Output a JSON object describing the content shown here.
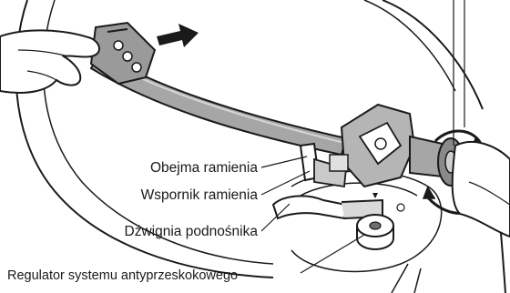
{
  "labels": {
    "arm_clamp": "Obejma ramienia",
    "arm_rest": "Wspornik ramienia",
    "lift_lever": "Dźwignia podnośnika",
    "anti_skating": "Regulator systemu antyprzeskokowego"
  },
  "colors": {
    "line": "#1a1a1a",
    "tonearm_fill": "#a6a6a6",
    "tonearm_dark": "#6e6e6e",
    "background": "#ffffff"
  },
  "icons": {
    "direction_arrow": "arrow-right-icon",
    "rotation_arrows": "rotate-arrows-icon"
  }
}
